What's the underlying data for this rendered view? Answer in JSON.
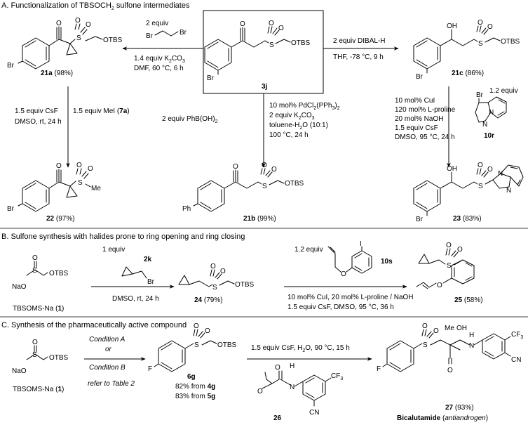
{
  "sections": {
    "a": {
      "title": "A. Functionalization of TBSOCH",
      "title_sub": "2",
      "title_end": " sulfone intermediates"
    },
    "b": {
      "title": "B. Sulfone synthesis with halides prone to ring opening and ring closing"
    },
    "c": {
      "title": "C. Synthesis of the pharmaceutically active compound"
    }
  },
  "atoms": {
    "O": "O",
    "S": "S",
    "OTBS": "OTBS",
    "Br": "Br",
    "Me": "Me",
    "Ph": "Ph",
    "N": "N",
    "F": "F",
    "I": "I",
    "NaO": "NaO",
    "OH": "OH",
    "H": "H",
    "CF3": "CF",
    "CF3_sub": "3",
    "CN": "CN"
  },
  "compounds": {
    "c21a": {
      "id": "21a",
      "yield": " (98%)"
    },
    "c3j": {
      "id": "3j"
    },
    "c21c": {
      "id": "21c",
      "yield": " (86%)"
    },
    "c22": {
      "id": "22",
      "yield": " (97%)"
    },
    "c21b": {
      "id": "21b",
      "yield": " (99%)"
    },
    "c23": {
      "id": "23",
      "yield": " (83%)"
    },
    "c10r": {
      "id": "10r"
    },
    "c2k": {
      "id": "2k"
    },
    "c24": {
      "id": "24",
      "yield": " (79%)"
    },
    "c10s": {
      "id": "10s"
    },
    "c25": {
      "id": "25",
      "yield": " (58%)"
    },
    "tbsoms": {
      "name": "TBSOMS-Na (",
      "id": "1",
      "close": ")"
    },
    "c6g": {
      "id": "6g",
      "yield_4g": "82% from ",
      "id_4g": "4g",
      "yield_5g": "83% from ",
      "id_5g": "5g"
    },
    "c26": {
      "id": "26"
    },
    "c27": {
      "id": "27",
      "yield": " (93%)",
      "name": "Bicalutamide",
      "desc_open": " (",
      "desc": "antiandrogen",
      "desc_close": ")"
    }
  },
  "conditions": {
    "to21a": {
      "l1": "2 equiv",
      "l2a": "1.4 equiv K",
      "l2b": "2",
      "l2c": "CO",
      "l2d": "3",
      "l3": "DMF, 60 °C, 6 h"
    },
    "to21c": {
      "l1": "2 equiv DIBAL-H",
      "l2": "THF, -78 °C, 9 h"
    },
    "to22": {
      "l1": "1.5 equiv CsF",
      "l2": "DMSO, rt, 24 h",
      "l3a": "1.5 equiv MeI (",
      "l3b": "7a",
      "l3c": ")"
    },
    "to21b": {
      "left": "2 equiv PhB(OH)",
      "left_sub": "2",
      "l1a": "10 mol% PdCl",
      "l1b": "2",
      "l1c": "(PPh",
      "l1d": "3",
      "l1e": ")",
      "l1f": "2",
      "l2a": "2 equiv K",
      "l2b": "2",
      "l2c": "CO",
      "l2d": "3",
      "l3a": "toluene-H",
      "l3b": "2",
      "l3c": "O (10:1)",
      "l4": "100 °C, 24 h"
    },
    "to23": {
      "l1": "10 mol% CuI",
      "l2": "120 mol% L-proline",
      "l3": "20 mol% NaOH",
      "l4": "1.5 equiv CsF",
      "l5": "DMSO, 95 °C, 24 h",
      "equiv10r": "1.2 equiv"
    },
    "to24": {
      "l1": "1 equiv",
      "l2": "DMSO, rt, 24 h"
    },
    "to25": {
      "l1": "1.2 equiv",
      "l2": "10 mol% CuI, 20 mol% L-proline / NaOH",
      "l3": "1.5 equiv CsF, DMSO, 95 °C, 36 h"
    },
    "to6g": {
      "l1": "Condition A",
      "l2": "or",
      "l3": "Condition B",
      "l4": "refer to Table 2"
    },
    "to27": {
      "l1a": "1.5 equiv CsF, H",
      "l1b": "2",
      "l1c": "O, 90 °C, 15 h"
    }
  }
}
